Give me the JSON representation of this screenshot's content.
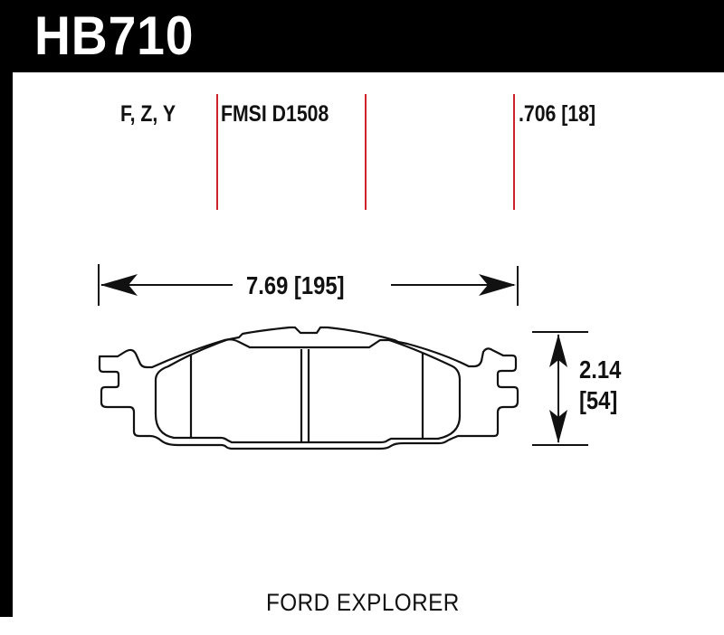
{
  "header": {
    "part_number": "HB710"
  },
  "specs": {
    "compounds": "F, Z, Y",
    "fmsi": "FMSI D1508",
    "thickness": ".706 [18]"
  },
  "dimensions": {
    "width": "7.69 [195]",
    "height_in": "2.14",
    "height_mm": "[54]"
  },
  "vehicle": "FORD EXPLORER",
  "colors": {
    "frame": "#000000",
    "divider_red": "#d0202a",
    "line": "#111111"
  }
}
